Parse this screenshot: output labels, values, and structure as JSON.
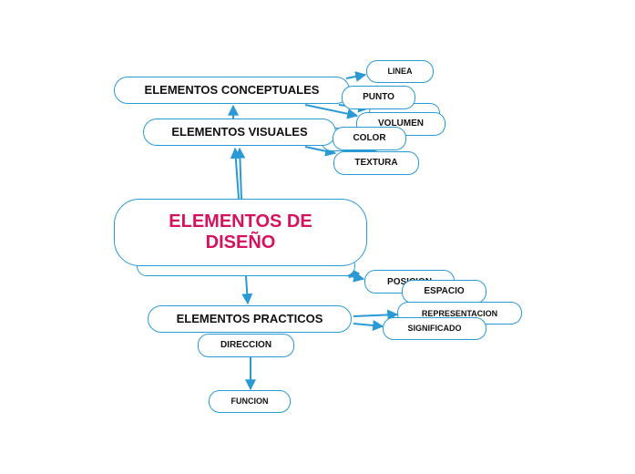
{
  "diagram": {
    "root": {
      "label": "ELEMENTOS DE DISEÑO"
    },
    "branches": {
      "conceptuales": {
        "label": "ELEMENTOS CONCEPTUALES"
      },
      "visuales": {
        "label": "ELEMENTOS VISUALES"
      },
      "practicos": {
        "label": "ELEMENTOS PRACTICOS"
      },
      "relacion": {
        "label": ""
      }
    },
    "leaves": {
      "linea": "LINEA",
      "punto": "PUNTO",
      "volumen": "VOLUMEN",
      "color": "COLOR",
      "textura": "TEXTURA",
      "posicion": "POSICION",
      "espacio": "ESPACIO",
      "representacion": "REPRESENTACION",
      "significado": "SIGNIFICADO",
      "direccion": "DIRECCION",
      "funcion": "FUNCION"
    },
    "colors": {
      "connector": "#2a9ad6",
      "root_text": "#d6125f",
      "node_border": "#2a9ad6"
    }
  }
}
